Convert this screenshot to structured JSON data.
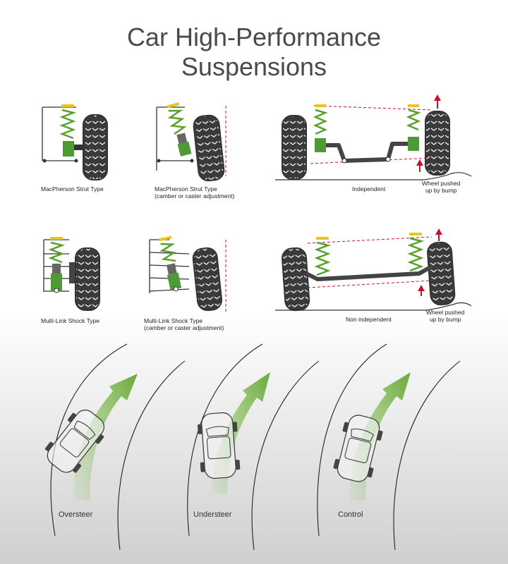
{
  "title_line1": "Car High-Performance",
  "title_line2": "Suspensions",
  "captions": {
    "macpherson": "MacPherson Strut Type",
    "macpherson_adj_1": "MacPherson Strut Type",
    "macpherson_adj_2": "(camber or caster adjustment)",
    "independent": "Independent",
    "bump_top_1": "Wheel pushed",
    "bump_top_2": "up by bump",
    "multilink": "Multi-Link Shock Type",
    "multilink_adj_1": "Multi-Link Shock Type",
    "multilink_adj_2": "(camber or caster adjustment)",
    "non_independent": "Non independent",
    "bump_bot_1": "Wheel pushed",
    "bump_bot_2": "up by bump",
    "oversteer": "Oversteer",
    "understeer": "Understeer",
    "control": "Control"
  },
  "colors": {
    "tire": "#3a3a3a",
    "spring": "#5aa02c",
    "strut_green": "#4e9a36",
    "spring_cap": "#e8c521",
    "arrow_red": "#c8102e",
    "path_green": "#7cb94b",
    "title": "#4a4a4a"
  }
}
